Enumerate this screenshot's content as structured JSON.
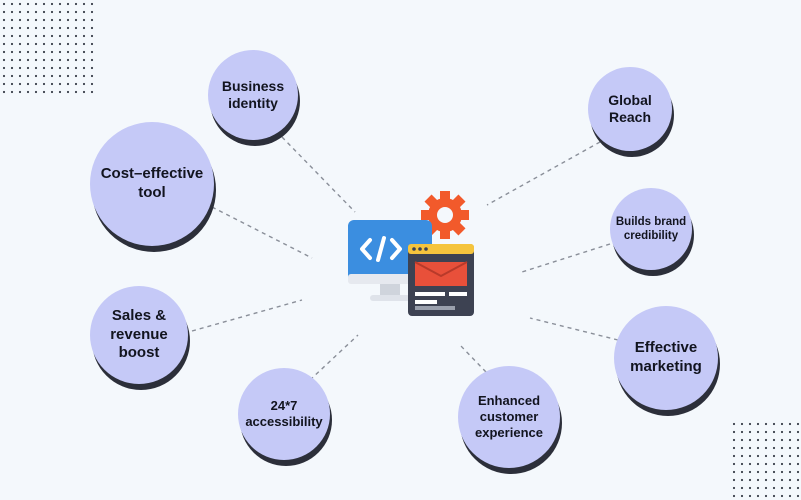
{
  "nodes": [
    {
      "id": "business-identity",
      "label": "Business\nidentity"
    },
    {
      "id": "cost-effective-tool",
      "label": "Cost–effective\ntool"
    },
    {
      "id": "sales-revenue-boost",
      "label": "Sales &\nrevenue\nboost"
    },
    {
      "id": "accessibility",
      "label": "24*7\naccessibility"
    },
    {
      "id": "customer-experience",
      "label": "Enhanced\ncustomer\nexperience"
    },
    {
      "id": "effective-marketing",
      "label": "Effective\nmarketing"
    },
    {
      "id": "brand-credibility",
      "label": "Builds brand\ncredibility"
    },
    {
      "id": "global-reach",
      "label": "Global\nReach"
    }
  ],
  "colors": {
    "node_fill": "#c5c9f7",
    "node_shadow": "#2c2f3a",
    "connector": "#8a8f99",
    "monitor_blue": "#3b8ee0",
    "gear_orange": "#f25a2b",
    "window_yellow": "#f5c43d",
    "window_red": "#e8503a",
    "window_dark": "#3d4252"
  },
  "icons": {
    "center": "website-development-icon",
    "code": "code-brackets-icon",
    "gear": "gear-icon"
  }
}
